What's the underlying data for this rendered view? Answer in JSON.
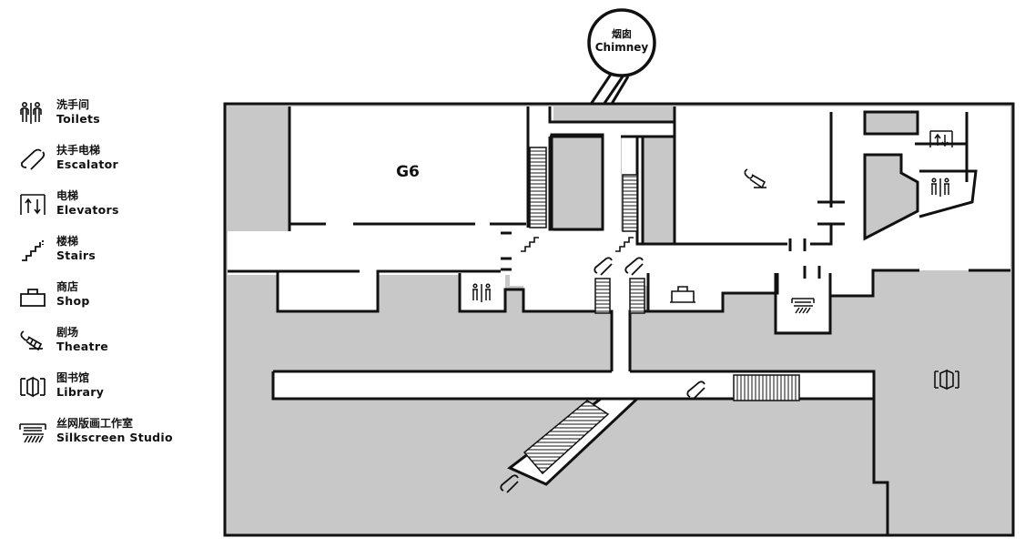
{
  "legend": {
    "items": [
      {
        "cn": "洗手间",
        "en": "Toilets",
        "icon": "toilets-icon"
      },
      {
        "cn": "扶手电梯",
        "en": "Escalator",
        "icon": "escalator-icon"
      },
      {
        "cn": "电梯",
        "en": "Elevators",
        "icon": "elevator-icon"
      },
      {
        "cn": "楼梯",
        "en": "Stairs",
        "icon": "stairs-icon"
      },
      {
        "cn": "商店",
        "en": "Shop",
        "icon": "shop-icon"
      },
      {
        "cn": "剧场",
        "en": "Theatre",
        "icon": "theatre-icon"
      },
      {
        "cn": "图书馆",
        "en": "Library",
        "icon": "library-icon"
      },
      {
        "cn": "丝网版画工作室",
        "en": "Silkscreen Studio",
        "icon": "silkscreen-icon"
      }
    ]
  },
  "map": {
    "gallery_label": "G6",
    "chimney_cn": "烟囱",
    "chimney_en": "Chimney"
  },
  "colors": {
    "wall": "#111111",
    "fill": "#c8c8c8",
    "floor": "#ffffff"
  }
}
